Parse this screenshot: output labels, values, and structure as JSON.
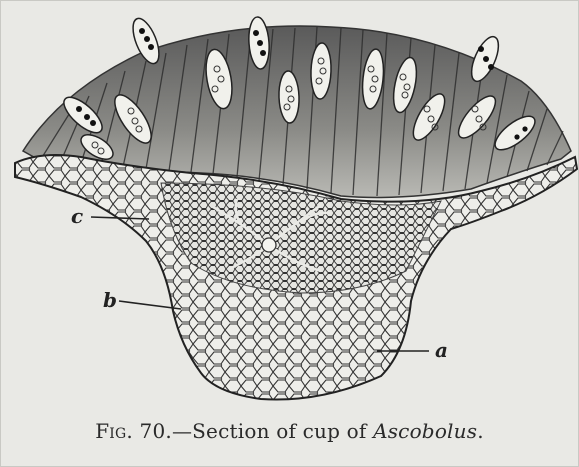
{
  "figure": {
    "labels": {
      "a": "a",
      "b": "b",
      "c": "c"
    },
    "caption": {
      "fig_label": "Fig. 70.",
      "dash": "—",
      "text": "Section of cup of ",
      "taxon": "Ascobolus",
      "end": "."
    }
  },
  "colors": {
    "background": "#e9e9e5",
    "ink": "#2a2a2a"
  }
}
